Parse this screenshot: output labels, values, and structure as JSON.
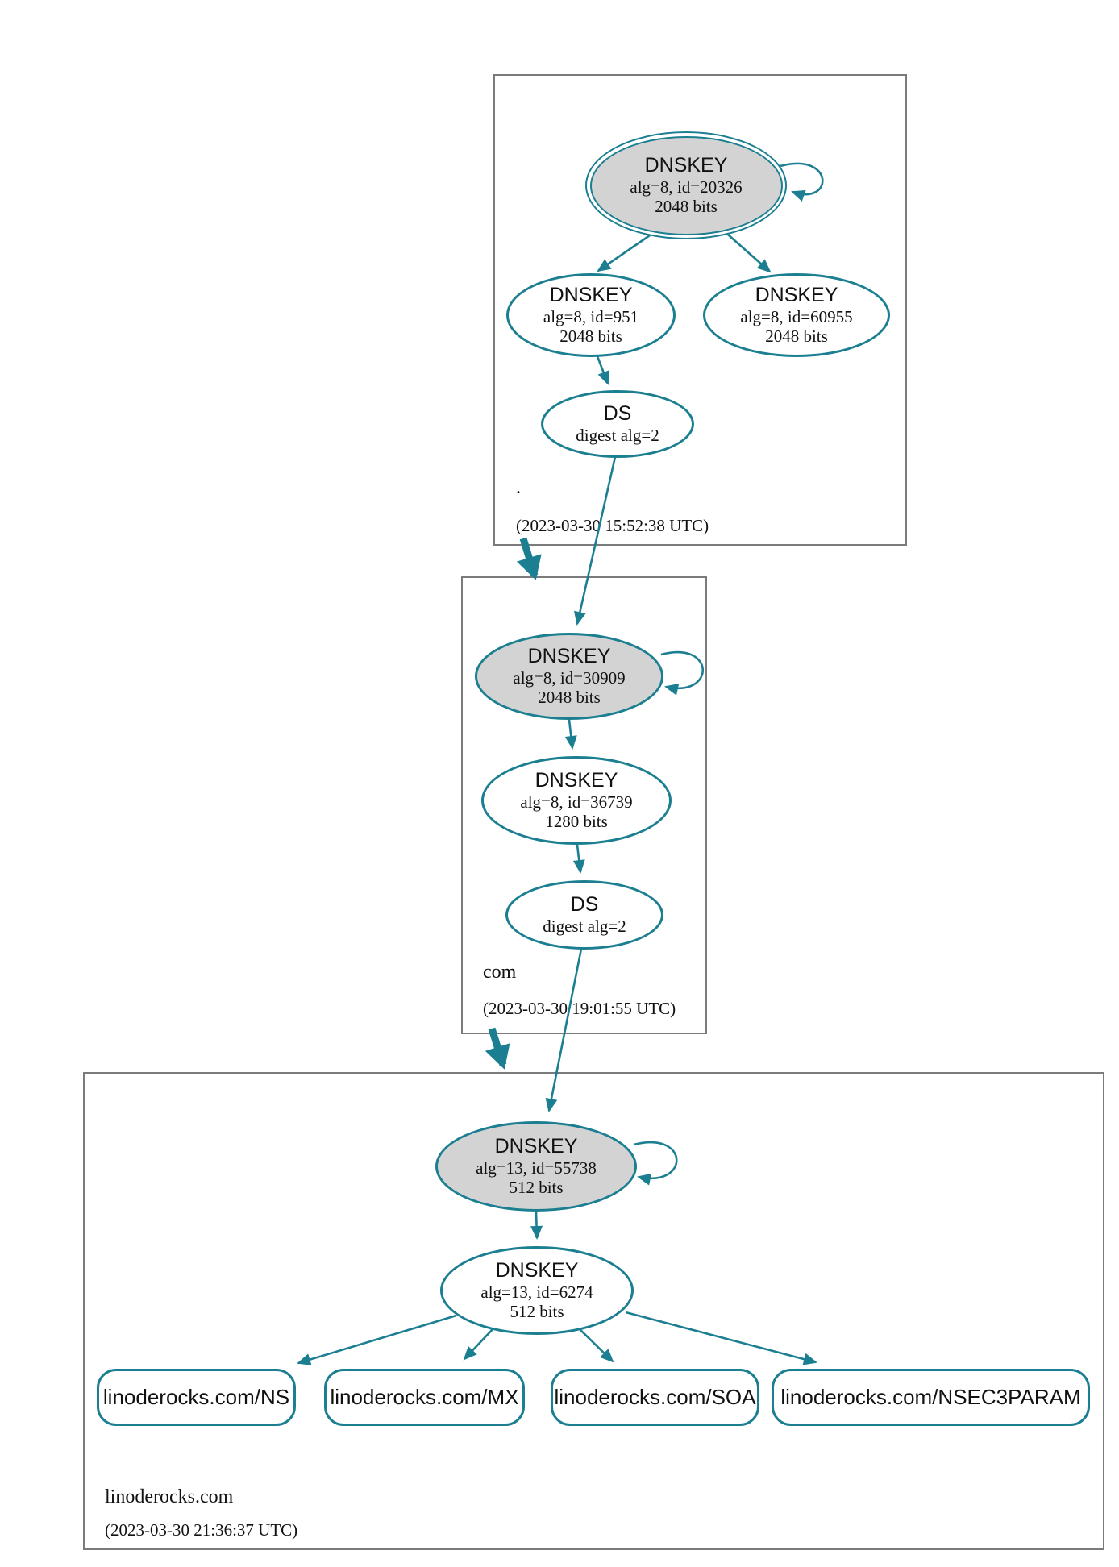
{
  "title": "DNSSEC authentication chain graph",
  "colors": {
    "edge_teal": "#1b7f91",
    "ksk_fill": "#d3d3d3",
    "box_border": "#7b7b7b",
    "text": "#111111",
    "background": "#ffffff"
  },
  "zones": [
    {
      "name": ".",
      "timestamp": "(2023-03-30 15:52:38 UTC)"
    },
    {
      "name": "com",
      "timestamp": "(2023-03-30 19:01:55 UTC)"
    },
    {
      "name": "linoderocks.com",
      "timestamp": "(2023-03-30 21:36:37 UTC)"
    }
  ],
  "nodes": {
    "root_ksk": {
      "type": "DNSKEY",
      "detail": "alg=8, id=20326",
      "bits": "2048 bits"
    },
    "root_zsk": {
      "type": "DNSKEY",
      "detail": "alg=8, id=951",
      "bits": "2048 bits"
    },
    "root_key2": {
      "type": "DNSKEY",
      "detail": "alg=8, id=60955",
      "bits": "2048 bits"
    },
    "root_ds": {
      "type": "DS",
      "detail": "digest alg=2"
    },
    "com_ksk": {
      "type": "DNSKEY",
      "detail": "alg=8, id=30909",
      "bits": "2048 bits"
    },
    "com_zsk": {
      "type": "DNSKEY",
      "detail": "alg=8, id=36739",
      "bits": "1280 bits"
    },
    "com_ds": {
      "type": "DS",
      "detail": "digest alg=2"
    },
    "ldr_ksk": {
      "type": "DNSKEY",
      "detail": "alg=13, id=55738",
      "bits": "512 bits"
    },
    "ldr_zsk": {
      "type": "DNSKEY",
      "detail": "alg=13, id=6274",
      "bits": "512 bits"
    },
    "rr_ns": {
      "label": "linoderocks.com/NS"
    },
    "rr_mx": {
      "label": "linoderocks.com/MX"
    },
    "rr_soa": {
      "label": "linoderocks.com/SOA"
    },
    "rr_nsec3param": {
      "label": "linoderocks.com/NSEC3PARAM"
    }
  }
}
